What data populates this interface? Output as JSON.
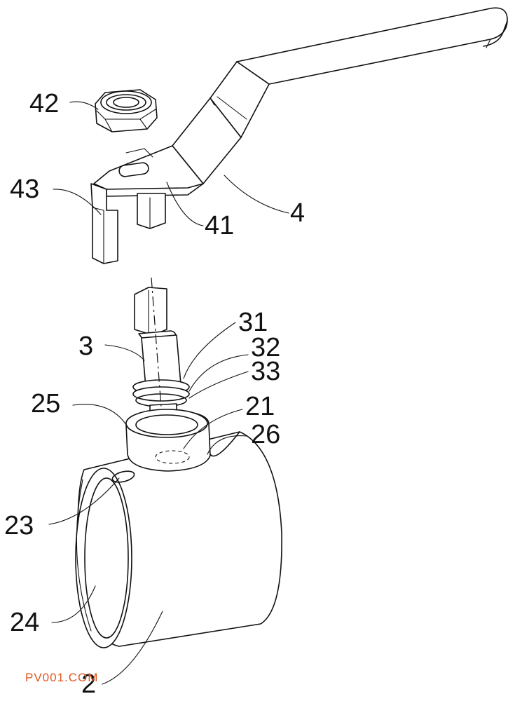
{
  "labels": {
    "l42": "42",
    "l43": "43",
    "l41": "41",
    "l4": "4",
    "l3": "3",
    "l31": "31",
    "l32": "32",
    "l33": "33",
    "l25": "25",
    "l21": "21",
    "l26": "26",
    "l23": "23",
    "l24": "24",
    "l2": "2"
  },
  "watermark": "PV001.COM",
  "colors": {
    "line": "#111111",
    "watermark": "#e0561f",
    "background": "#ffffff"
  }
}
